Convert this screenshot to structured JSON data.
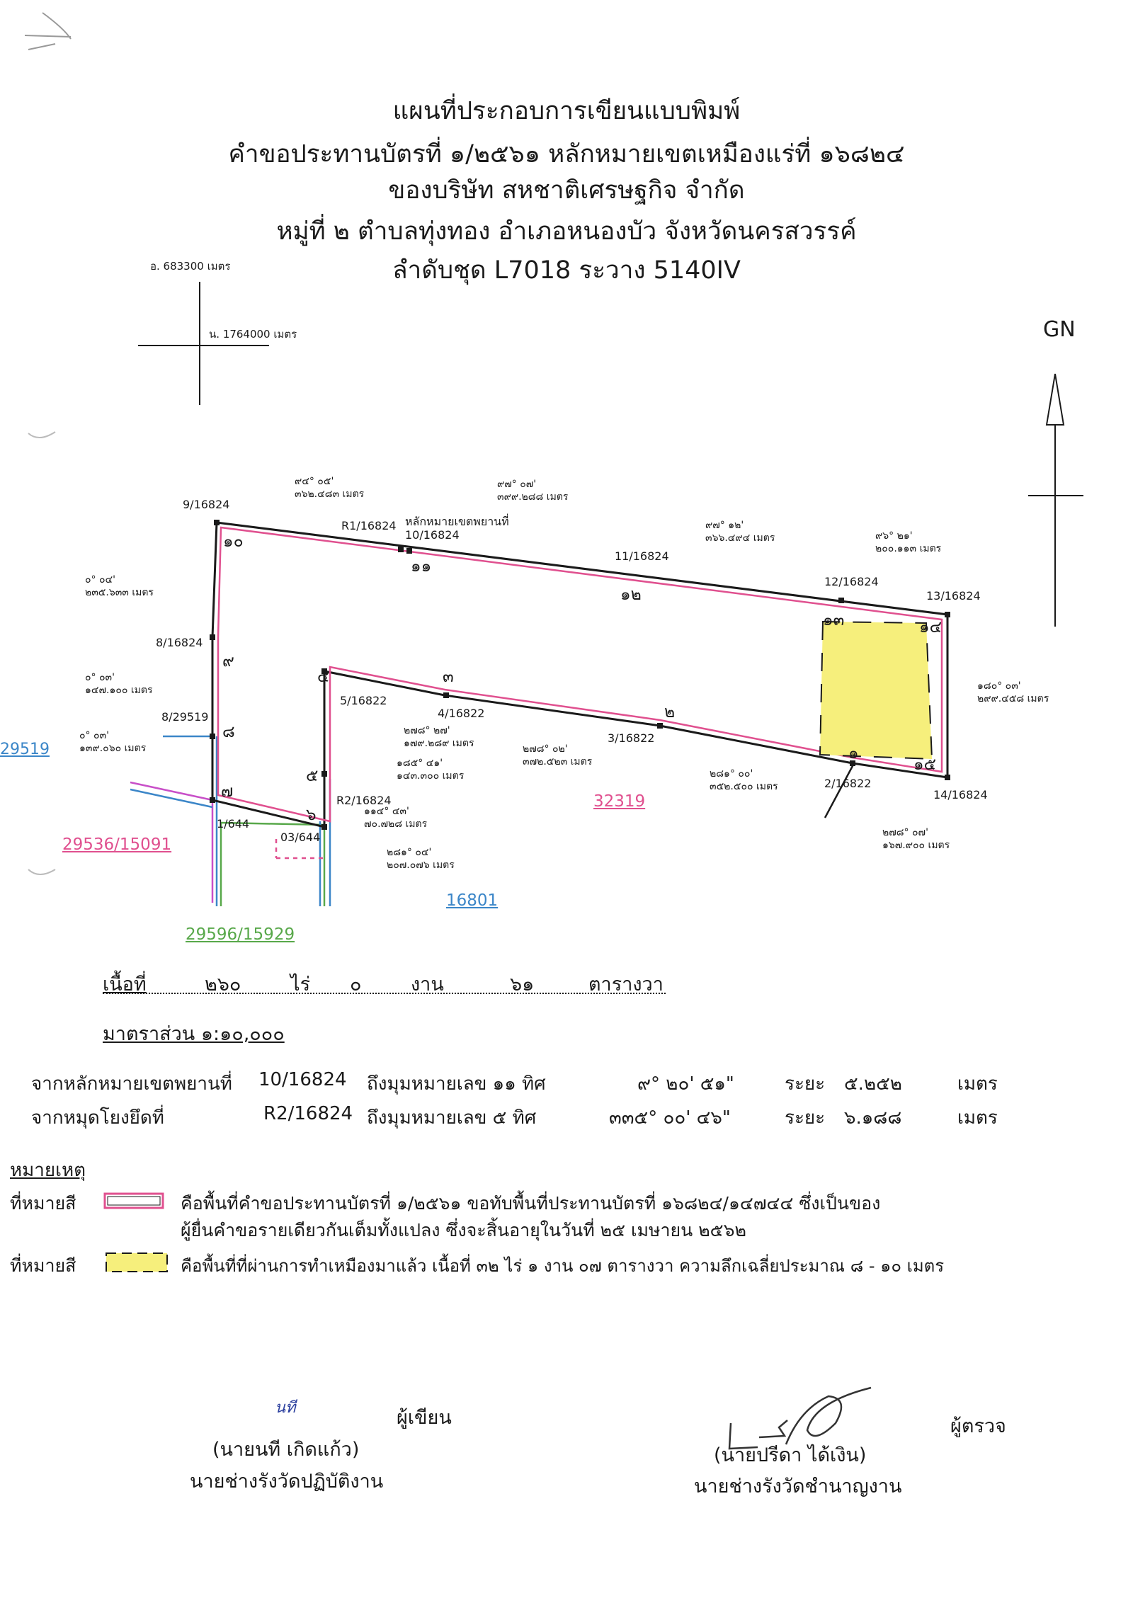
{
  "title": {
    "line1": "แผนที่ประกอบการเขียนแบบพิมพ์",
    "line2": "คำขอประทานบัตรที่ ๑/๒๕๖๑ หลักหมายเขตเหมืองแร่ที่ ๑๖๘๒๔",
    "line3": "ของบริษัท สหชาติเศรษฐกิจ จำกัด",
    "line4": "หมู่ที่ ๒  ตำบลทุ่งทอง  อำเภอหนองบัว  จังหวัดนครสวรรค์",
    "line5": "ลำดับชุด L7018  ระวาง 5140IV"
  },
  "grid": {
    "easting": "อ. 683300 เมตร",
    "northing": "น. 1764000 เมตร"
  },
  "north": {
    "label": "GN"
  },
  "map": {
    "marker_labels": {
      "m9": "9/16824",
      "r1": "R1/16824",
      "witness_title": "หลักหมายเขตพยานที่",
      "witness": "10/16824",
      "m11": "11/16824",
      "m12": "12/16824",
      "m13": "13/16824",
      "m8": "8/16824",
      "m8b": "8/29519",
      "m5": "5/16822",
      "m4": "4/16822",
      "m3": "3/16822",
      "m2": "2/16822",
      "m14": "14/16824",
      "r2": "R2/16824",
      "m1_644": "1/644",
      "m03_644": "03/644"
    },
    "corner_numbers": {
      "c10": "๑๐",
      "c11": "๑๑",
      "c12": "๑๒",
      "c13": "๑๓",
      "c14": "๑๔",
      "c9": "๙",
      "c8": "๘",
      "c7": "๗",
      "c6": "๖",
      "c5": "๕",
      "c4": "๔",
      "c3": "๓",
      "c2": "๒",
      "c1": "๑",
      "c15": "๑๕"
    },
    "bearings": {
      "b1": [
        "๙๔° ๐๕'",
        "๓๖๒.๔๘๓ เมตร"
      ],
      "b2": [
        "๙๗° ๐๗'",
        "๓๙๙.๒๘๘ เมตร"
      ],
      "b3": [
        "๙๗° ๑๒'",
        "๓๖๖.๔๙๔ เมตร"
      ],
      "b4": [
        "๙๖° ๒๑'",
        "๒๐๐.๑๑๓ เมตร"
      ],
      "b5": [
        "๐° ๐๔'",
        "๒๓๕.๖๓๓ เมตร"
      ],
      "b6": [
        "๐° ๐๓'",
        "๑๔๗.๑๐๐ เมตร"
      ],
      "b7": [
        "๐° ๐๓'",
        "๑๓๙.๐๖๐ เมตร"
      ],
      "b8": [
        "๑๘๐° ๐๓'",
        "๒๙๙.๔๕๘ เมตร"
      ],
      "b9": [
        "๒๗๘° ๒๗'",
        "๑๗๙.๒๘๙ เมตร"
      ],
      "b10": [
        "๑๘๕° ๔๑'",
        "๑๔๓.๓๐๐ เมตร"
      ],
      "b11": [
        "๒๗๘° ๐๒'",
        "๓๗๒.๕๒๓ เมตร"
      ],
      "b12": [
        "๒๘๑° ๐๐'",
        "๓๕๒.๕๐๐ เมตร"
      ],
      "b13": [
        "๑๑๔° ๔๓'",
        "๗๐.๗๒๘ เมตร"
      ],
      "b14": [
        "๒๘๑° ๐๔'",
        "๒๐๗.๐๗๖ เมตร"
      ],
      "b15": [
        "๒๗๘° ๐๗'",
        "๑๖๗.๙๐๐ เมตร"
      ]
    },
    "adjacent": {
      "p29519": "29519",
      "p32319": "32319",
      "p29536": "29536/15091",
      "p16801": "16801",
      "p29596": "29596/15929"
    },
    "colors": {
      "boundary": "#1a1a1a",
      "concession_pink": "#e0508f",
      "mined_fill": "#f6ef7c",
      "blue_parcel": "#3b86c8",
      "green_parcel": "#58a84a",
      "magenta_parcel": "#c84fc8"
    }
  },
  "area": {
    "label": "เนื้อที่",
    "rai": "๒๖๐",
    "rai_unit": "ไร่",
    "ngan": "๐",
    "ngan_unit": "งาน",
    "wa": "๖๑",
    "wa_unit": "ตารางวา"
  },
  "scale": "มาตราส่วน ๑:๑๐,๐๐๐",
  "ties": {
    "row1": {
      "from": "จากหลักหมายเขตพยานที่",
      "mark": "10/16824",
      "to": "ถึงมุมหมายเลข ๑๑ ทิศ",
      "bearing": "๙° ๒๐' ๕๑\"",
      "dist_label": "ระยะ",
      "dist": "๕.๒๕๒",
      "unit": "เมตร"
    },
    "row2": {
      "from": "จากหมุดโยงยึดที่",
      "mark": "R2/16824",
      "to": "ถึงมุมหมายเลข ๕ ทิศ",
      "bearing": "๓๓๕° ๐๐' ๔๖\"",
      "dist_label": "ระยะ",
      "dist": "๖.๑๘๘",
      "unit": "เมตร"
    }
  },
  "legend": {
    "heading": "หมายเหตุ",
    "item1_label": "ที่หมายสี",
    "item1_line1": "คือพื้นที่คำขอประทานบัตรที่ ๑/๒๕๖๑ ขอทับพื้นที่ประทานบัตรที่ ๑๖๘๒๔/๑๔๗๔๔ ซึ่งเป็นของ",
    "item1_line2": "ผู้ยื่นคำขอรายเดียวกันเต็มทั้งแปลง ซึ่งจะสิ้นอายุในวันที่ ๒๕ เมษายน ๒๕๖๒",
    "item2_label": "ที่หมายสี",
    "item2_text": "คือพื้นที่ที่ผ่านการทำเหมืองมาแล้ว เนื้อที่ ๓๒ ไร่ ๑ งาน ๐๗ ตารางวา ความลึกเฉลี่ยประมาณ ๘ - ๑๐ เมตร"
  },
  "signatures": {
    "writer_initial": "นที",
    "writer_role": "ผู้เขียน",
    "writer_name": "(นายนที  เกิดแก้ว)",
    "writer_title": "นายช่างรังวัดปฏิบัติงาน",
    "checker_role": "ผู้ตรวจ",
    "checker_name": "(นายปรีดา  ได้เงิน)",
    "checker_title": "นายช่างรังวัดชำนาญงาน"
  }
}
